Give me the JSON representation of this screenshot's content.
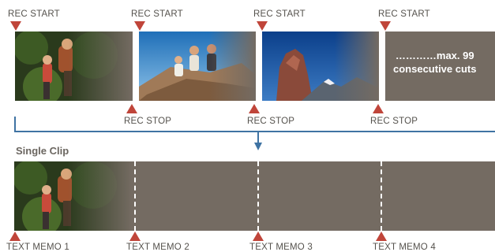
{
  "rec_start": [
    "REC START",
    "REC START",
    "REC START",
    "REC START"
  ],
  "rec_stop": [
    "REC STOP",
    "REC STOP",
    "REC STOP"
  ],
  "max_cuts": [
    "…………max. 99",
    "consecutive cuts"
  ],
  "clip_title": "Single Clip",
  "text_memos": [
    "TEXT MEMO 1",
    "TEXT MEMO 2",
    "TEXT MEMO 3",
    "TEXT MEMO 4"
  ],
  "colors": {
    "marker": "#c0453a",
    "bracket": "#3f73a3",
    "frame": "#746b62"
  }
}
